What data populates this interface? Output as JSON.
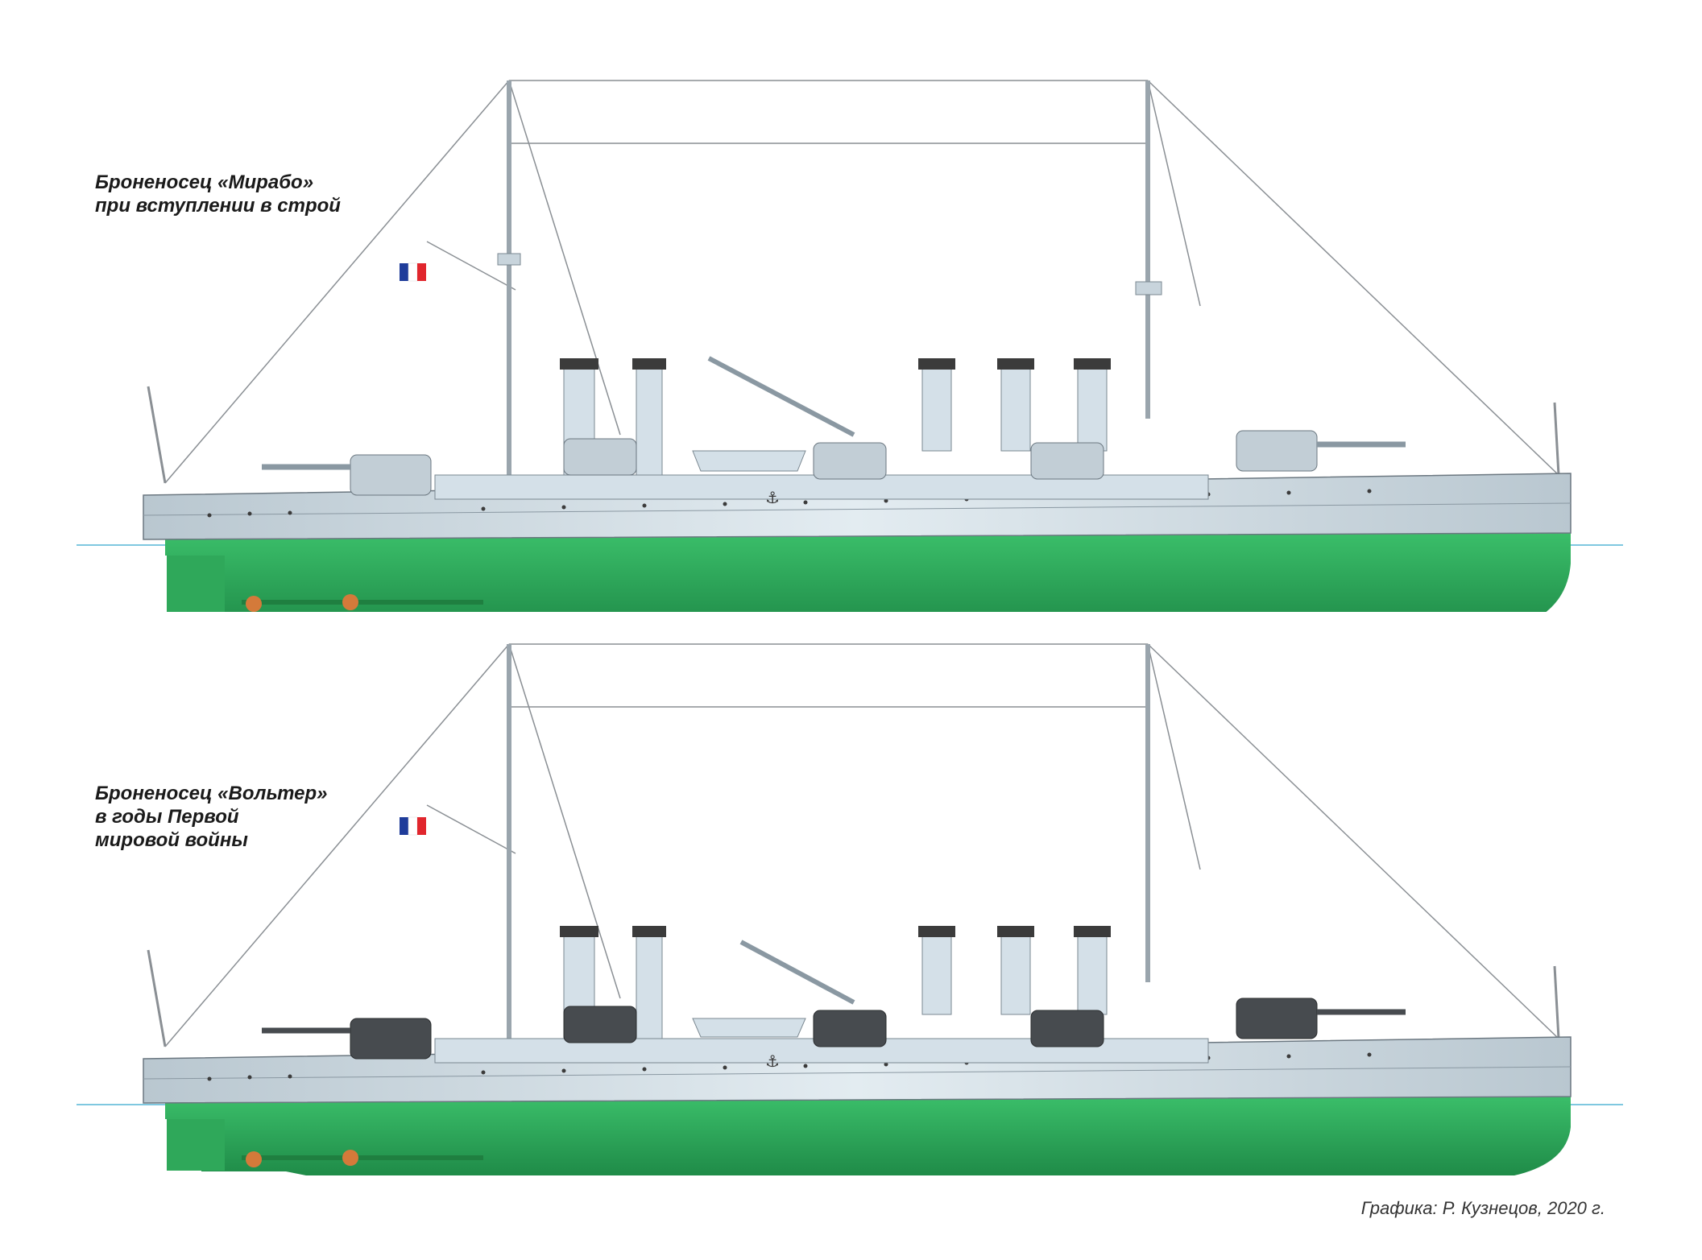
{
  "captions": {
    "ship1": "Броненосец «Мирабо»\nпри вступлении в строй",
    "ship2": "Броненосец «Вольтер»\nв годы Первой\nмировой войны"
  },
  "credit": "Графика: Р. Кузнецов, 2020 г.",
  "colors": {
    "hull_underwater": "#2fa85a",
    "hull_upper": "#c9d6de",
    "superstructure": "#d4e0e8",
    "funnel_cap": "#3b3b3b",
    "turret_light": "#c2ced6",
    "turret_dark": "#474b4f",
    "waterline": "#7fc8e0",
    "propeller": "#d47a3a",
    "rigging": "#8a8f94"
  },
  "icons": {
    "flag": "french-tricolor-flag-icon",
    "anchor": "anchor-icon"
  }
}
